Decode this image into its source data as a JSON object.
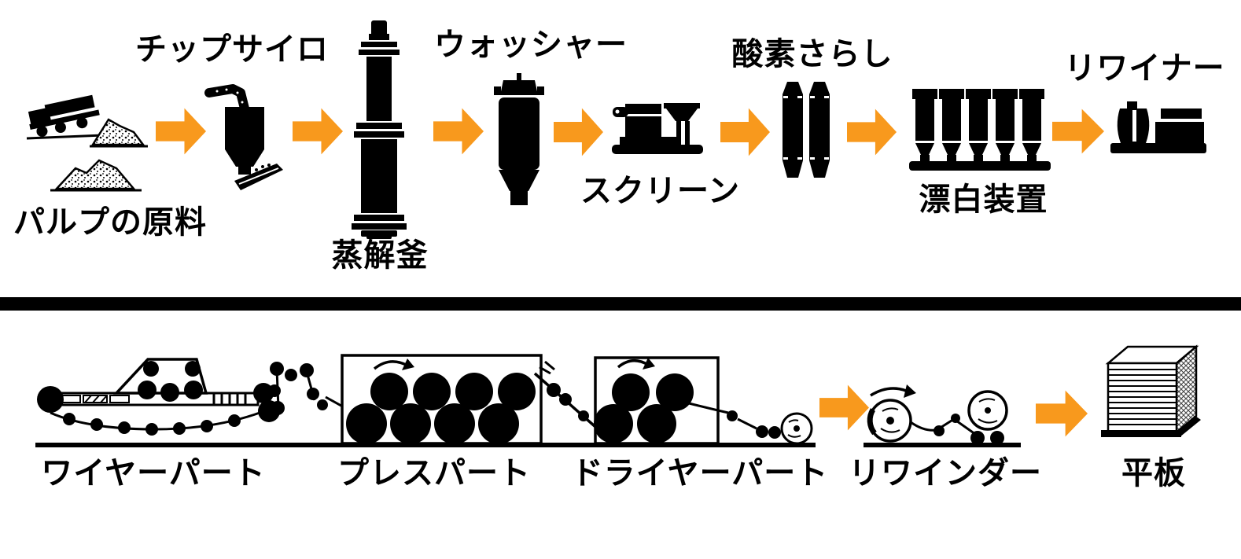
{
  "colors": {
    "arrow": "#F8991D",
    "ink": "#000000",
    "background": "#FFFFFF"
  },
  "pulping_stage": {
    "steps": [
      {
        "id": "pulp-raw-material",
        "label": "パルプの原料",
        "icon": "truck-and-chip-piles-icon"
      },
      {
        "id": "chip-silo",
        "label": "チップサイロ",
        "icon": "chip-silo-icon"
      },
      {
        "id": "digester",
        "label": "蒸解釜",
        "icon": "digester-tower-icon"
      },
      {
        "id": "washer",
        "label": "ウォッシャー",
        "icon": "washer-vessel-icon"
      },
      {
        "id": "screen",
        "label": "スクリーン",
        "icon": "screen-machine-icon"
      },
      {
        "id": "oxygen-bleaching",
        "label": "酸素さらし",
        "icon": "twin-tower-icon"
      },
      {
        "id": "bleaching-plant",
        "label": "漂白装置",
        "icon": "five-tower-icon"
      },
      {
        "id": "rewinder-top",
        "label": "リワイナー",
        "icon": "winder-machine-icon"
      }
    ]
  },
  "papermaking_stage": {
    "steps": [
      {
        "id": "wire-part",
        "label": "ワイヤーパート",
        "icon": "wire-part-icon"
      },
      {
        "id": "press-part",
        "label": "プレスパート",
        "icon": "press-part-icon"
      },
      {
        "id": "dryer-part",
        "label": "ドライヤーパート",
        "icon": "dryer-part-icon"
      },
      {
        "id": "rewinder",
        "label": "リワインダー",
        "icon": "rewinder-reels-icon"
      },
      {
        "id": "flat-sheets",
        "label": "平板",
        "icon": "sheet-stack-icon"
      }
    ]
  }
}
